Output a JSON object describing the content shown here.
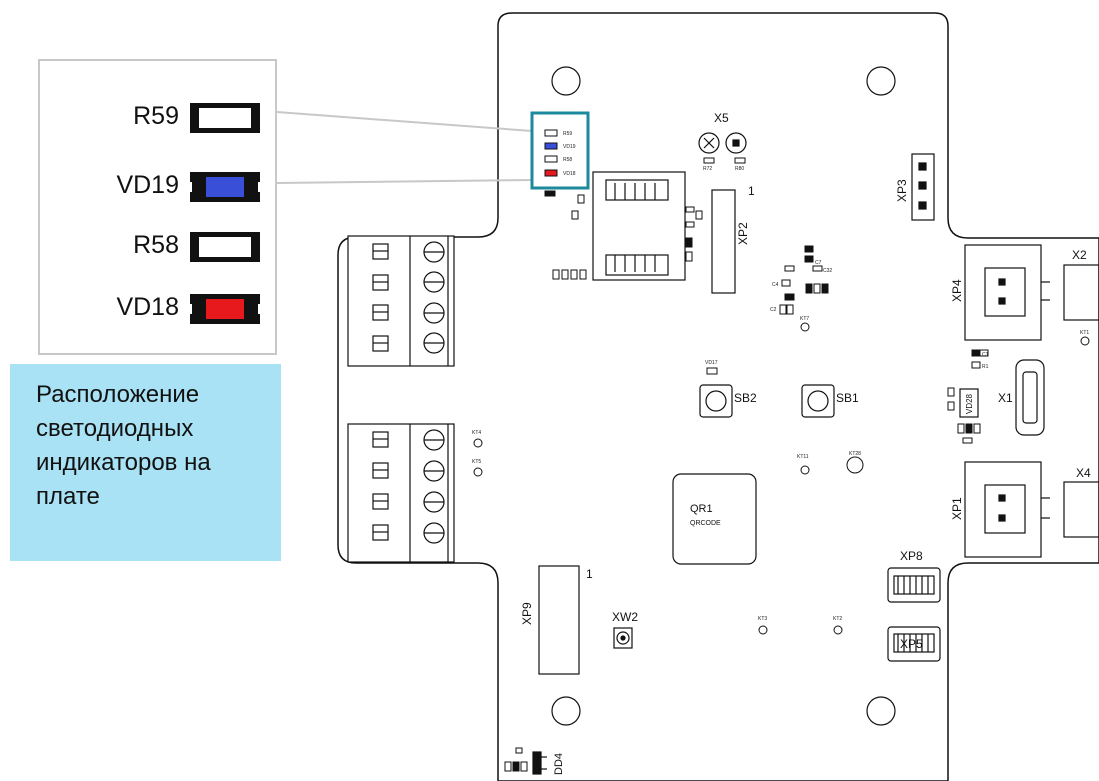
{
  "legend": {
    "items": [
      {
        "label": "R59",
        "kind": "resistor"
      },
      {
        "label": "VD19",
        "kind": "led",
        "color": "#3a4fd8"
      },
      {
        "label": "R58",
        "kind": "resistor"
      },
      {
        "label": "VD18",
        "kind": "led",
        "color": "#e8191c"
      }
    ]
  },
  "caption": {
    "text": "Расположение светодиодных индикаторов на плате"
  },
  "highlight_color": "#1b8a9c",
  "board": {
    "labels": {
      "x5": "X5",
      "xp3": "XP3",
      "xp2": "XP2",
      "xp4": "XP4",
      "x2": "X2",
      "sb2": "SB2",
      "sb1": "SB1",
      "x1": "X1",
      "qr1": "QR1",
      "qrcode": "QRCODE",
      "xp1": "XP1",
      "x4": "X4",
      "xp8": "XP8",
      "xp5": "XP5",
      "xp9": "XP9",
      "xw2": "XW2",
      "dd4": "DD4",
      "pin1_xp2": "1",
      "pin1_xp9": "1",
      "vd28": "VD28"
    },
    "mini_labels": {
      "r59": "R59",
      "vd19": "VD19",
      "r58": "R58",
      "vd18": "VD18",
      "r72": "R72",
      "r80": "R80",
      "vd17": "VD17",
      "kt1": "KT1",
      "kt2": "KT2",
      "kt3": "KT3",
      "kt4": "KT4",
      "kt5": "KT5",
      "kt7": "KT7",
      "kt11": "KT11",
      "kt28": "KT28",
      "c1": "C1",
      "r1": "R1",
      "c7": "C7",
      "c32": "C32",
      "c4": "C4",
      "c2": "C2"
    }
  }
}
